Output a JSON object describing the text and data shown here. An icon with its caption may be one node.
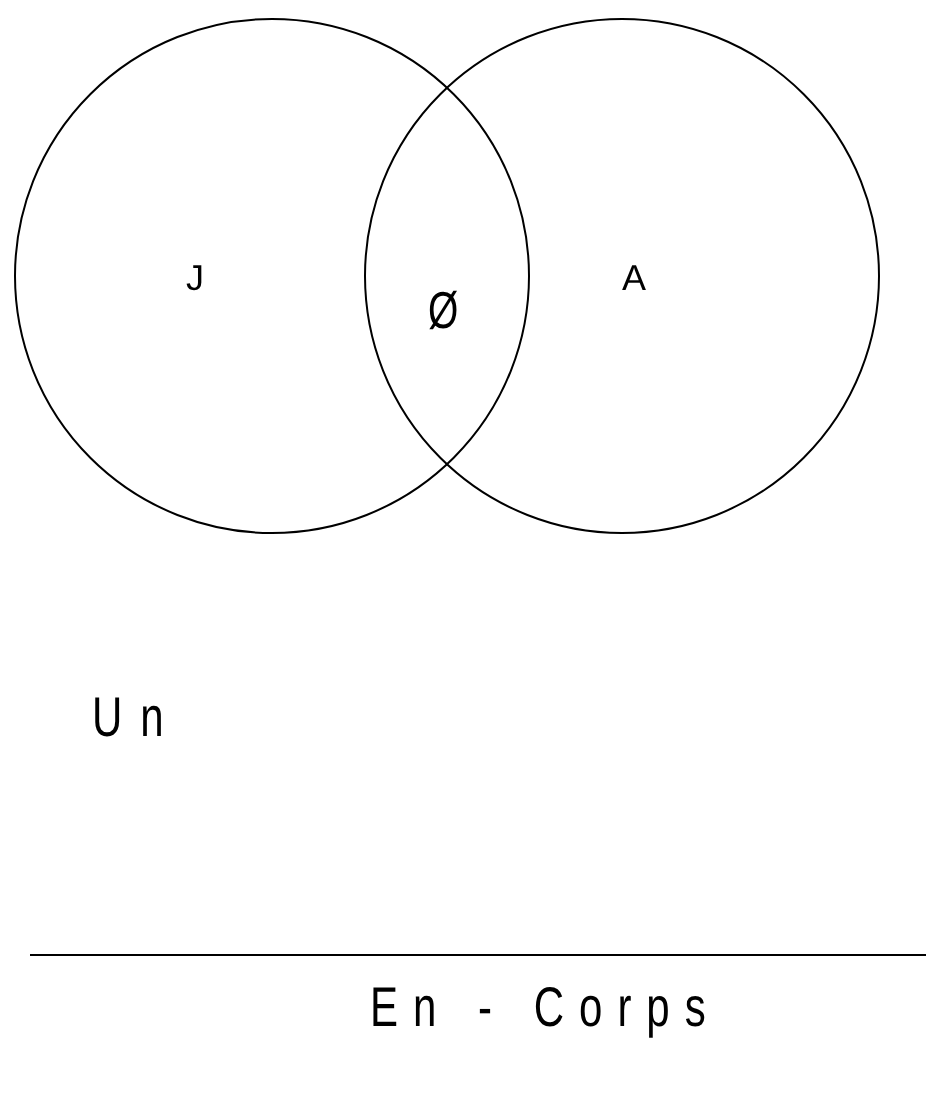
{
  "diagram": {
    "nodes": [
      {
        "text": [
          "J"
        ]
      },
      {
        "text": [
          "A"
        ]
      }
    ],
    "labels": [
      "Ø",
      "Un",
      "En - Corps"
    ]
  }
}
